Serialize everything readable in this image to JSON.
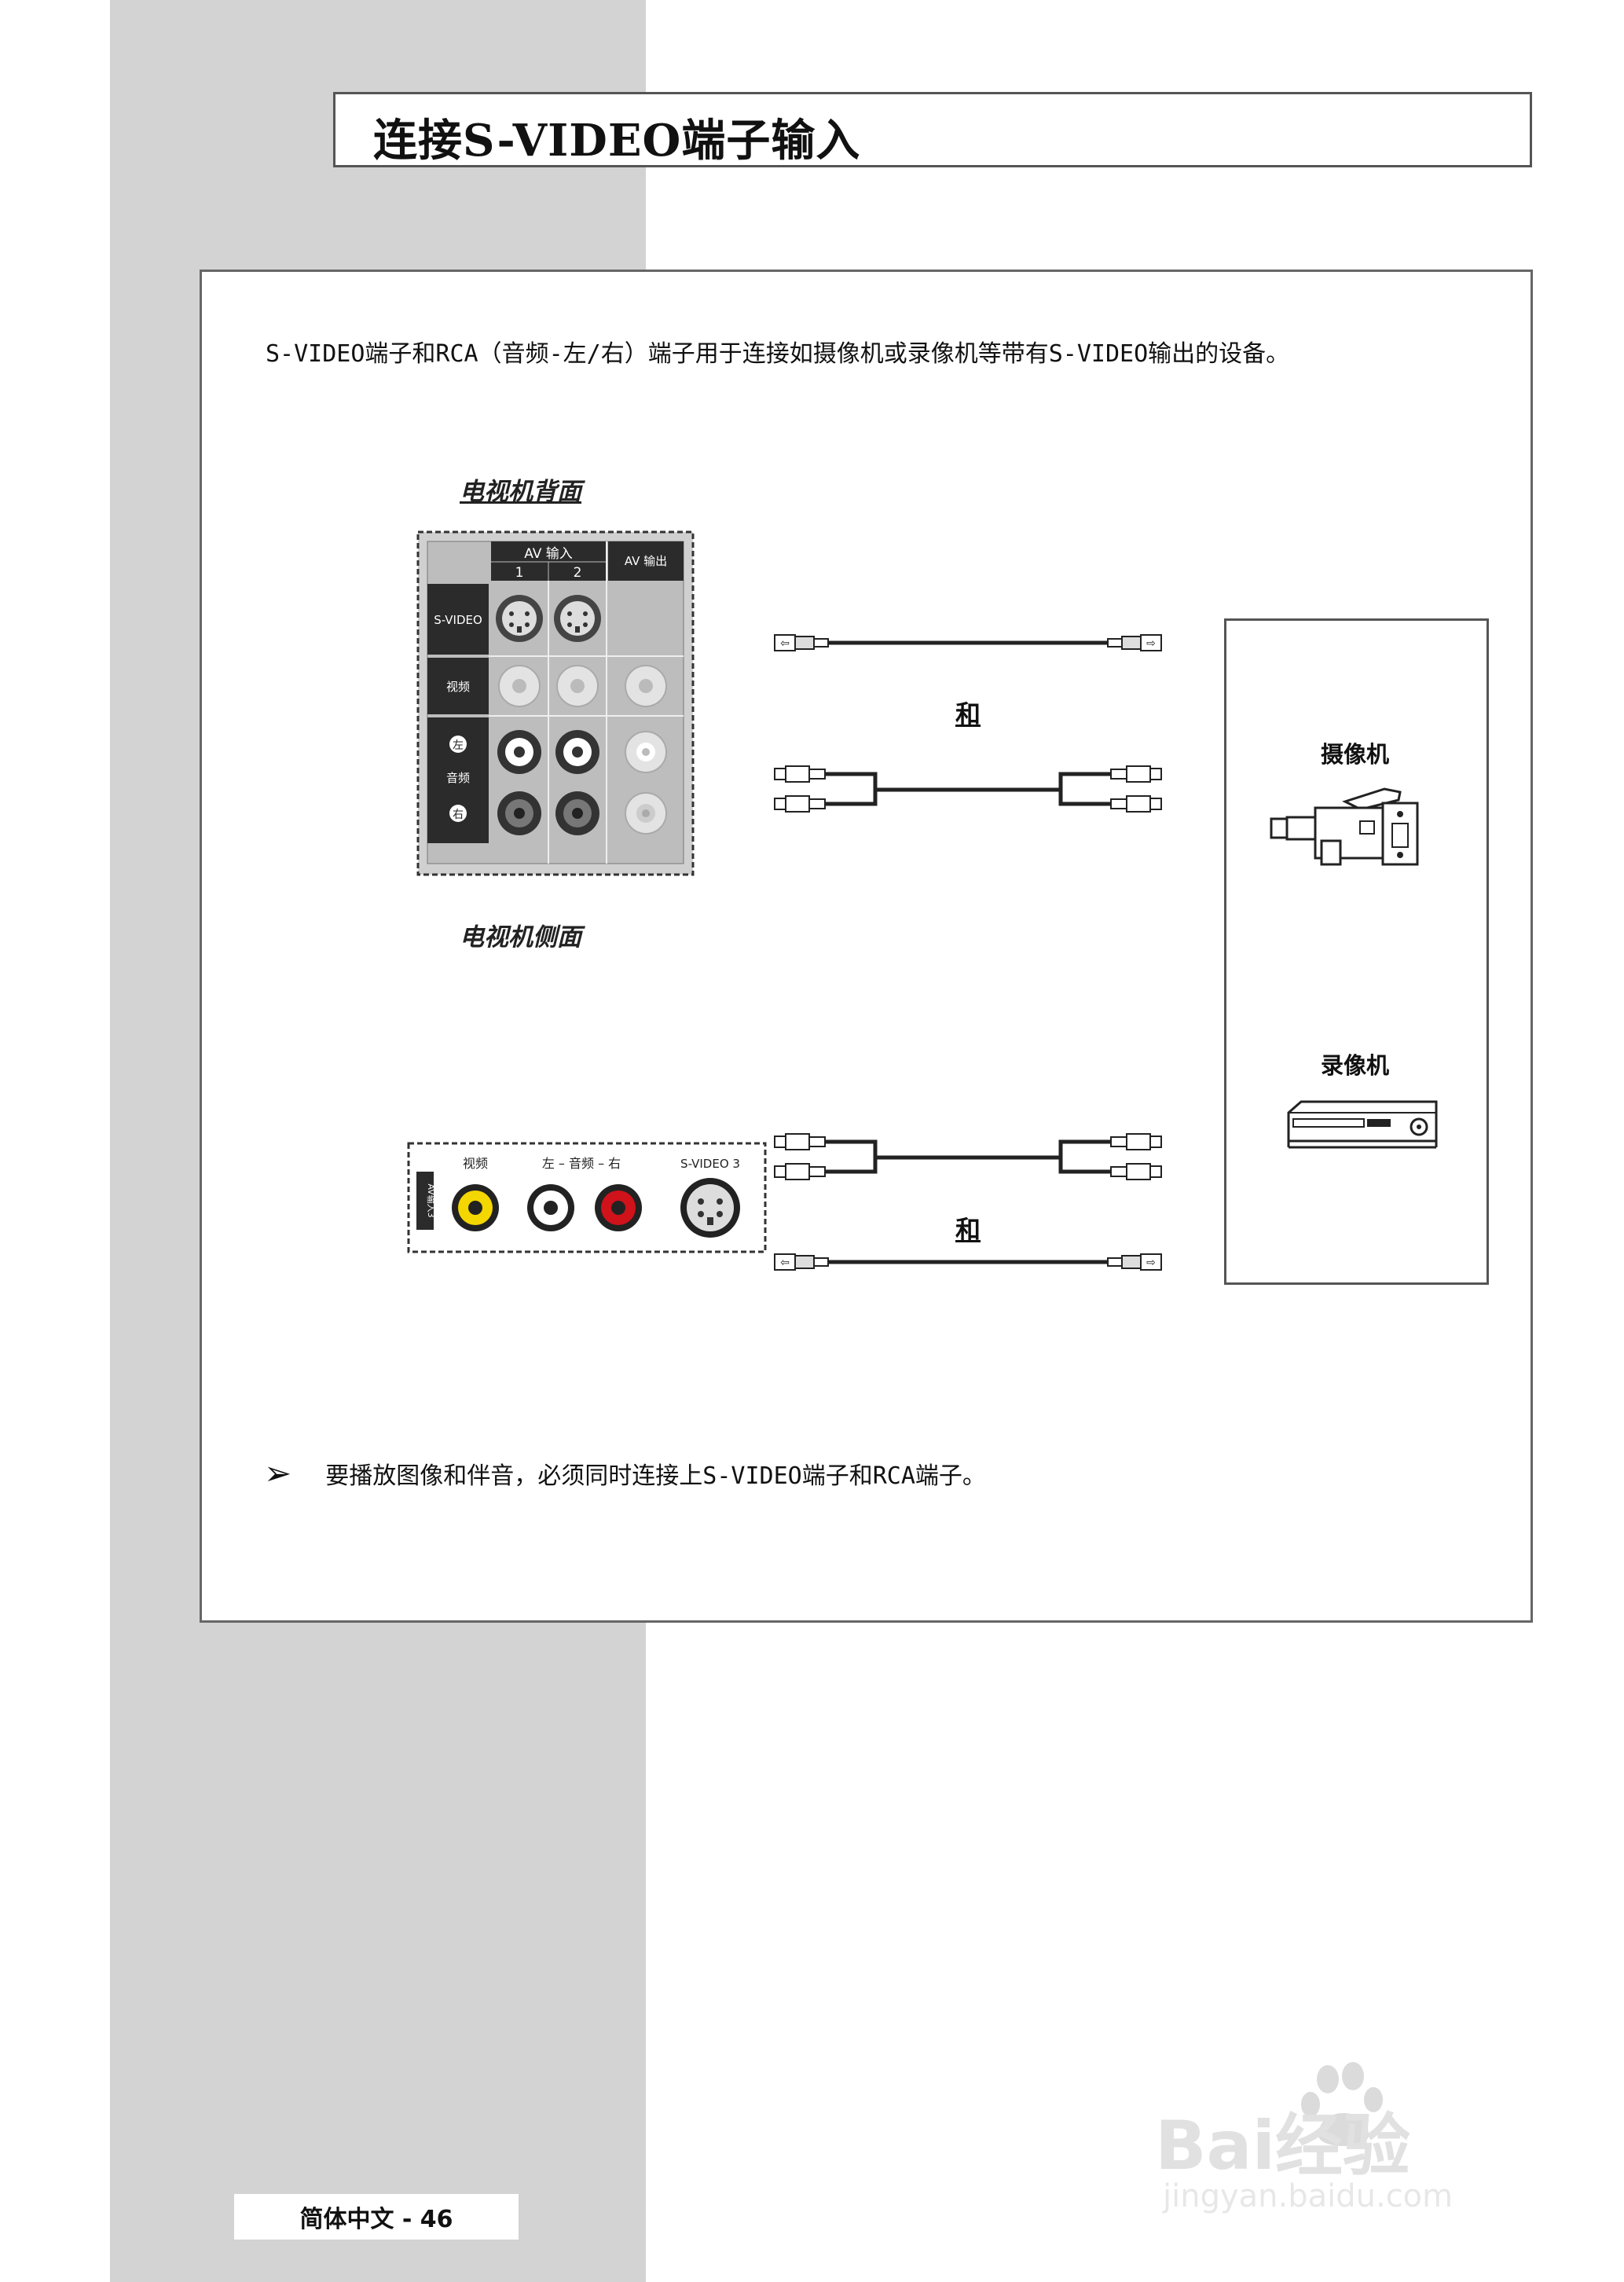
{
  "title": "连接S-VIDEO端子输入",
  "intro": "S-VIDEO端子和RCA（音频-左/右）端子用于连接如摄像机或录像机等带有S-VIDEO输出的设备。",
  "captions": {
    "back": "电视机背面",
    "side": "电视机侧面"
  },
  "and_label": "和",
  "back_panel": {
    "av_in": "AV 输入",
    "col1": "1",
    "col2": "2",
    "av_out": "AV 输出",
    "row_svideo": "S-VIDEO",
    "row_video": "视频",
    "row_audio_left": "左",
    "row_audio": "音频",
    "row_audio_right": "右"
  },
  "side_panel": {
    "video": "视频",
    "audio": "左 – 音频 – 右",
    "svideo": "S-VIDEO 3",
    "av_in3": "AV输入3"
  },
  "devices": {
    "camcorder": "摄像机",
    "vcr": "录像机"
  },
  "note": "要播放图像和伴音，必须同时连接上S-VIDEO端子和RCA端子。",
  "note_icon": "arrow-right-icon",
  "footer": "简体中文 - 46",
  "watermark": {
    "brand": "Bai经验",
    "url": "jingyan.baidu.com"
  },
  "colors": {
    "sidebar": "#d3d3d3",
    "panel_dark": "#2b2b2b",
    "jack_yellow": "#f4d600",
    "jack_red": "#d0121b"
  }
}
